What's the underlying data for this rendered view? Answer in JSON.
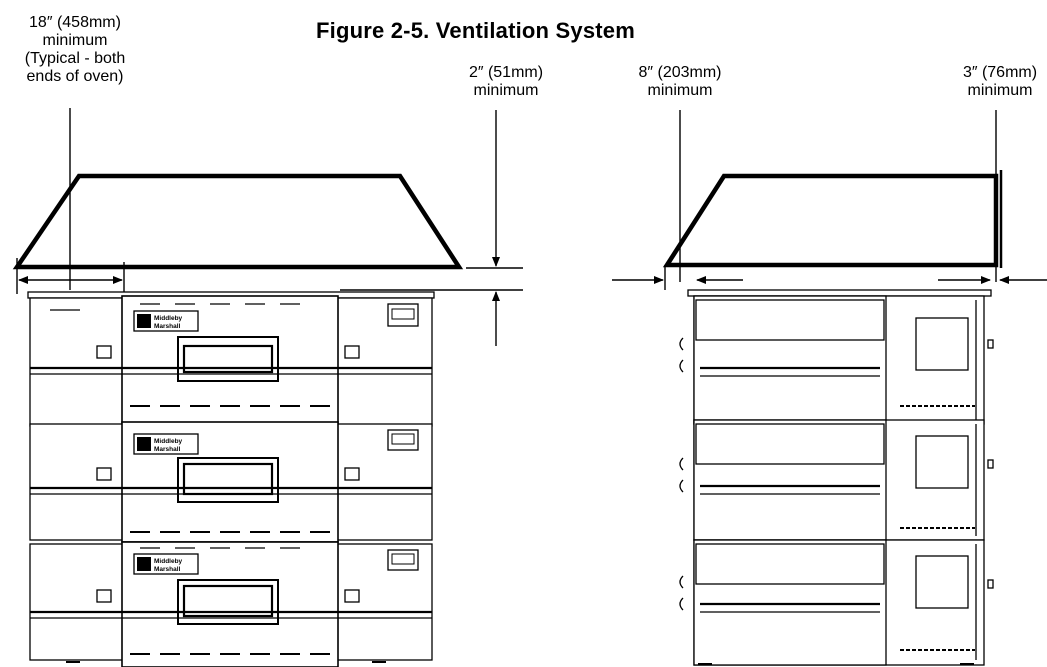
{
  "figure": {
    "title": "Figure 2-5.  Ventilation System"
  },
  "dimensions": {
    "end_clearance": {
      "line1": "18″ (458mm)",
      "line2": "minimum",
      "line3": "(Typical - both",
      "line4": "ends of oven)"
    },
    "top_clearance": {
      "line1": "2″ (51mm)",
      "line2": "minimum"
    },
    "rear_clearance": {
      "line1": "8″ (203mm)",
      "line2": "minimum"
    },
    "front_clearance": {
      "line1": "3″ (76mm)",
      "line2": "minimum"
    }
  },
  "oven_panel": {
    "logo_line1": "Middleby",
    "logo_line2": "Marshall"
  },
  "colors": {
    "ink": "#000000",
    "panel_fill": "#ffffff",
    "detail_gray": "#666666"
  }
}
